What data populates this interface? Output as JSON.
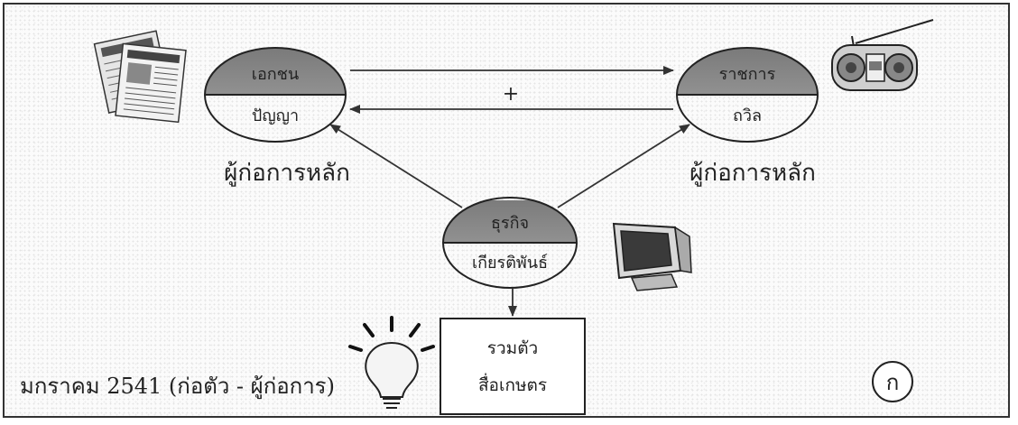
{
  "nodes": {
    "private": {
      "top": "เอกชน",
      "bottom": "ปัญญา"
    },
    "government": {
      "top": "ราชการ",
      "bottom": "ถวิล"
    },
    "business": {
      "top": "ธุรกิจ",
      "bottom": "เกียรติพันธ์"
    }
  },
  "labels": {
    "main_actor_left": "ผู้ก่อการหลัก",
    "main_actor_right": "ผู้ก่อการหลัก",
    "plus": "+",
    "caption": "มกราคม 2541 (ก่อตัว - ผู้ก่อการ)",
    "corner_mark": "ก"
  },
  "box": {
    "line1": "รวมตัว",
    "line2": "สื่อเกษตร"
  },
  "icons": [
    "newspaper-icon",
    "radio-icon",
    "tv-icon",
    "lightbulb-icon"
  ],
  "colors": {
    "ink": "#222222",
    "shade": "#9a9a9a",
    "shade_dark": "#6f6f6f"
  }
}
